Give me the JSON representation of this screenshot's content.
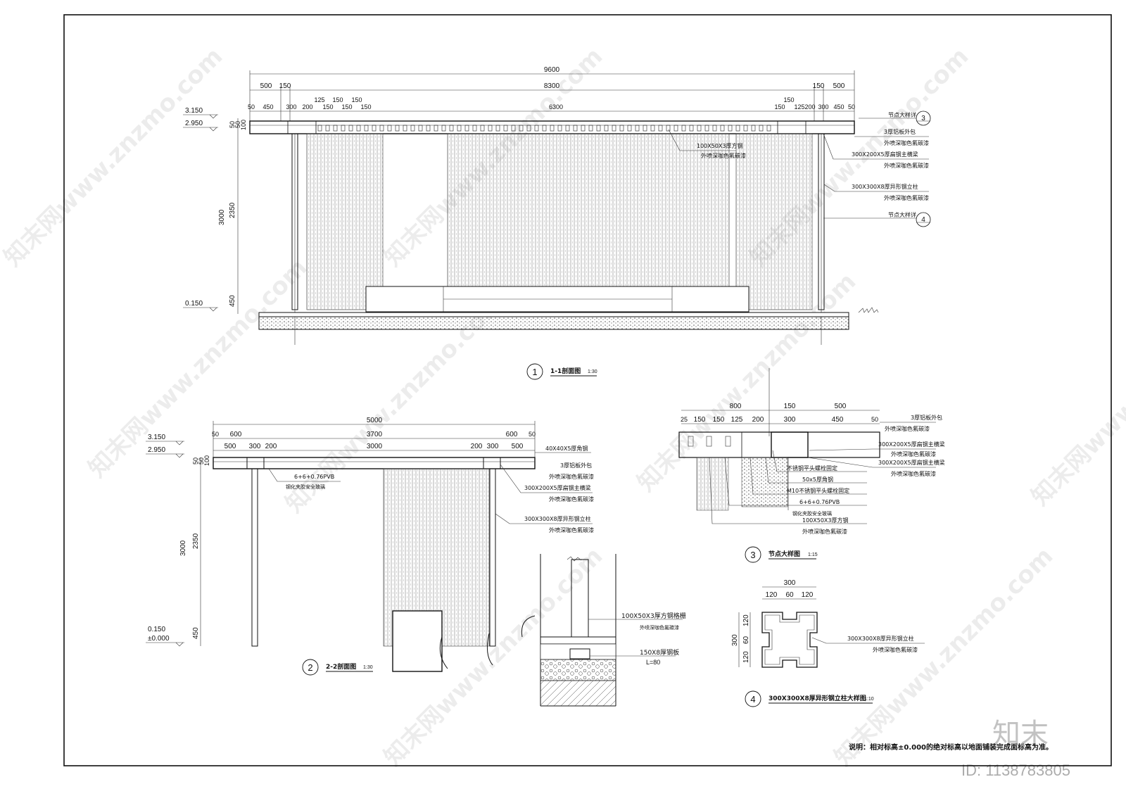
{
  "sheet": {
    "note": "说明：相对标高±0.000的绝对标高以地面铺装完成面标高为准。",
    "brand": "知末",
    "id_label": "ID: 1138783805",
    "watermark": "知末网www.znzmo.com"
  },
  "section1": {
    "title": "1-1剖面图",
    "scale": "1:30",
    "circle": "1",
    "dims_top": [
      "9600"
    ],
    "dims_row2": [
      "500",
      "150",
      "8300",
      "150",
      "500"
    ],
    "dims_row3": [
      "50",
      "450",
      "300",
      "200",
      "125",
      "150",
      "150",
      "150",
      "150",
      "150",
      "6300",
      "150",
      "150",
      "125",
      "200",
      "300",
      "450",
      "50"
    ],
    "dims_left": [
      "50",
      "50",
      "100",
      "3000",
      "2350",
      "450"
    ],
    "levels": [
      "3.150",
      "2.950",
      "0.150"
    ],
    "callouts": [
      {
        "text": "节点大样详",
        "ref": "3"
      },
      {
        "text": "3厚铝板外包",
        "sub": "外喷深咖色氟碳漆"
      },
      {
        "text": "100X50X3厚方钢",
        "sub": "外喷深咖色氟碳漆"
      },
      {
        "text": "300X200X5厚扁钢主横梁",
        "sub": "外喷深咖色氟碳漆"
      },
      {
        "text": "300X300X8厚异形钢立柱",
        "sub": "外喷深咖色氟碳漆"
      },
      {
        "text": "节点大样详",
        "ref": "4"
      }
    ]
  },
  "section2": {
    "title": "2-2剖面图",
    "scale": "1:30",
    "circle": "2",
    "dims_top": [
      "5000"
    ],
    "dims_row2": [
      "50",
      "600",
      "3700",
      "600",
      "50"
    ],
    "dims_row3": [
      "500",
      "300",
      "200",
      "3000",
      "200",
      "300",
      "500"
    ],
    "dims_left": [
      "50",
      "50",
      "100",
      "3000",
      "2350",
      "450"
    ],
    "levels": [
      "3.150",
      "2.950",
      "0.150",
      "±0.000"
    ],
    "callouts": [
      {
        "text": "40X40X5厚角钢"
      },
      {
        "text": "6+6+0.76PVB",
        "sub": "钢化夹胶安全玻璃"
      },
      {
        "text": "3厚铝板外包",
        "sub": "外喷深咖色氟碳漆"
      },
      {
        "text": "300X200X5厚扁钢主横梁",
        "sub": "外喷深咖色氟碳漆"
      },
      {
        "text": "300X300X8厚异形钢立柱",
        "sub": "外喷深咖色氟碳漆"
      }
    ],
    "base_callouts": [
      {
        "text": "100X50X3厚方钢格栅",
        "sub": "外喷深咖色氟碳漆"
      },
      {
        "text": "150X8厚钢板",
        "sub": "L=80"
      }
    ]
  },
  "section3": {
    "title": "节点大样图",
    "scale": "1:15",
    "circle": "3",
    "dims_row1": [
      "800",
      "150",
      "500"
    ],
    "dims_row2": [
      "25",
      "150",
      "150",
      "125",
      "200",
      "300",
      "450",
      "50"
    ],
    "callouts": [
      {
        "text": "3厚铝板外包",
        "sub": "外喷深咖色氟碳漆"
      },
      {
        "text": "300X200X5厚扁钢主横梁",
        "sub": "外喷深咖色氟碳漆"
      },
      {
        "text": "300X200X5厚扁钢主横梁",
        "sub": "外喷深咖色氟碳漆"
      },
      {
        "text": "不锈钢平头螺栓固定"
      },
      {
        "text": "50x5厚角钢"
      },
      {
        "text": "M10不锈钢平头螺栓固定"
      },
      {
        "text": "6+6+0.76PVB",
        "sub": "钢化夹胶安全玻璃"
      },
      {
        "text": "100X50X3厚方钢",
        "sub": "外喷深咖色氟碳漆"
      }
    ]
  },
  "section4": {
    "title": "300X300X8厚异形钢立柱大样图",
    "scale": "1:10",
    "circle": "4",
    "dims_top": [
      "300"
    ],
    "dims_row2": [
      "120",
      "60",
      "120"
    ],
    "dims_left": [
      "300",
      "120",
      "60",
      "120"
    ],
    "callout": {
      "text": "300X300X8厚异形钢立柱",
      "sub": "外喷深咖色氟碳漆"
    }
  }
}
